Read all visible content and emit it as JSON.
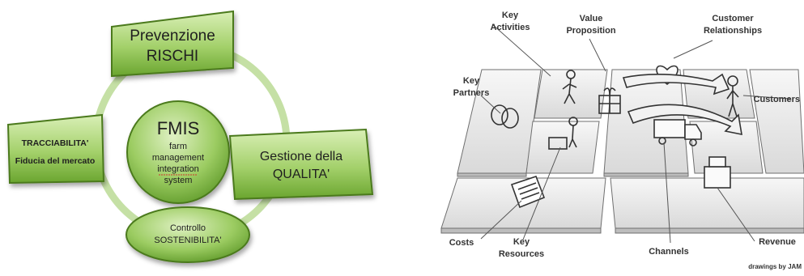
{
  "fmis_diagram": {
    "center": {
      "title": "FMIS",
      "lines": [
        "farm",
        "management",
        "integration",
        "system"
      ]
    },
    "top_box": {
      "line1": "Prevenzione",
      "line2": "RISCHI"
    },
    "left_box": {
      "line1": "TRACCIABILITA'",
      "line2": "Fiducia del mercato"
    },
    "right_box": {
      "line1": "Gestione della",
      "line2": "QUALITA'"
    },
    "bottom_box": {
      "line1": "Controllo",
      "line2": "SOSTENIBILITA'"
    },
    "colors": {
      "fill_light": "#cde8a4",
      "fill_dark": "#78b33e",
      "stroke": "#4b7a1f",
      "ring": "#c5e0a5",
      "text": "#1f1f1f"
    }
  },
  "canvas_diagram": {
    "labels": {
      "key_activities": [
        "Key",
        "Activities"
      ],
      "value_proposition": [
        "Value",
        "Proposition"
      ],
      "customer_relationships": [
        "Customer",
        "Relationships"
      ],
      "key_partners": [
        "Key",
        "Partners"
      ],
      "customers": "Customers",
      "costs": "Costs",
      "key_resources": [
        "Key",
        "Resources"
      ],
      "channels": "Channels",
      "revenue": "Revenue"
    },
    "credit": "drawings by JAM"
  }
}
